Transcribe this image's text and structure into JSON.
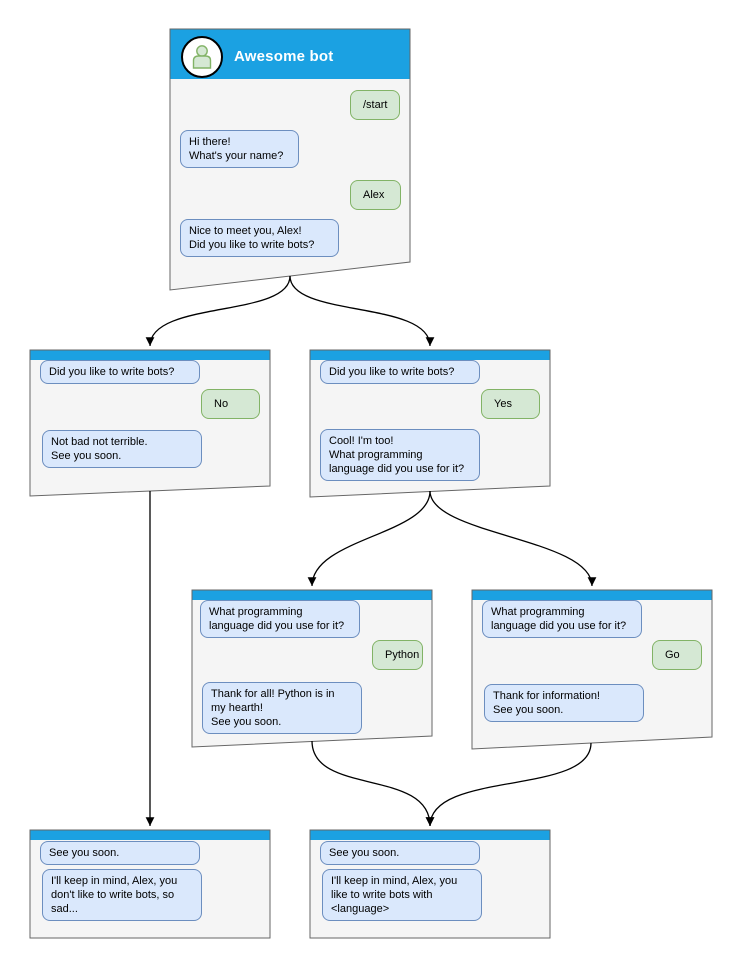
{
  "diagram_type": "chat-bot-conversation-flowchart",
  "colors": {
    "header_blue": "#1ba1e2",
    "box_fill": "#f5f5f5",
    "box_border": "#666666",
    "bot_bubble_fill": "#dae8fc",
    "bot_bubble_border": "#6c8ebf",
    "user_bubble_fill": "#d5e8d4",
    "user_bubble_border": "#82b366"
  },
  "bot": {
    "name": "Awesome bot"
  },
  "nodes": {
    "start": {
      "m1": "/start",
      "m2": "Hi there!\nWhat's your name?",
      "m3": "Alex",
      "m4": "Nice to meet you, Alex!\nDid you like to write bots?"
    },
    "branch_no": {
      "m1": "Did you like to write bots?",
      "m2": "No",
      "m3": "Not bad not terrible.\nSee you soon."
    },
    "branch_yes": {
      "m1": "Did you like to write bots?",
      "m2": "Yes",
      "m3": "Cool! I'm too!\nWhat programming\nlanguage did you use for it?"
    },
    "lang_python": {
      "m1": "What programming\nlanguage did you use for it?",
      "m2": "Python",
      "m3": "Thank for all! Python is in\nmy hearth!\nSee you soon."
    },
    "lang_go": {
      "m1": "What programming\nlanguage did you use for it?",
      "m2": "Go",
      "m3": "Thank for information!\nSee you soon."
    },
    "end_no": {
      "m1": "See you soon.",
      "m2": "I'll keep in mind, Alex, you\ndon't like to write bots, so\nsad..."
    },
    "end_yes": {
      "m1": "See you soon.",
      "m2": "I'll keep in mind, Alex, you\nlike to write bots with\n<language>"
    }
  },
  "edges": [
    {
      "from": "start",
      "to": "branch_no"
    },
    {
      "from": "start",
      "to": "branch_yes"
    },
    {
      "from": "branch_no",
      "to": "end_no"
    },
    {
      "from": "branch_yes",
      "to": "lang_python"
    },
    {
      "from": "branch_yes",
      "to": "lang_go"
    },
    {
      "from": "lang_python",
      "to": "end_yes"
    },
    {
      "from": "lang_go",
      "to": "end_yes"
    }
  ]
}
